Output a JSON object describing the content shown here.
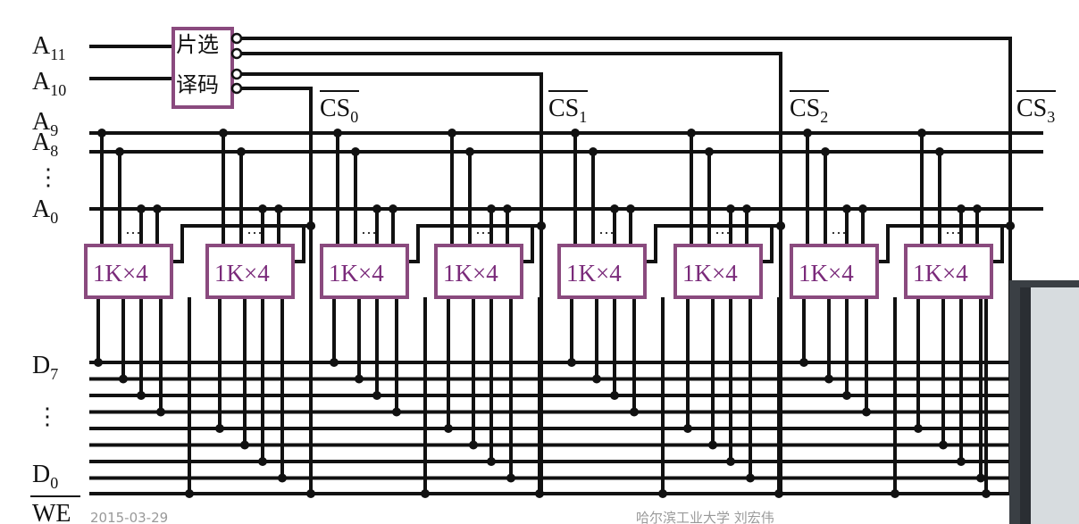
{
  "addr_labels": {
    "a11": "A",
    "a11_sub": "11",
    "a10": "A",
    "a10_sub": "10",
    "a9": "A",
    "a9_sub": "9",
    "a8": "A",
    "a8_sub": "8",
    "a0": "A",
    "a0_sub": "0",
    "vdots": "⋮"
  },
  "decoder": {
    "line1": "片选",
    "line2": "译码"
  },
  "cs_labels": [
    {
      "text": "CS",
      "sub": "0"
    },
    {
      "text": "CS",
      "sub": "1"
    },
    {
      "text": "CS",
      "sub": "2"
    },
    {
      "text": "CS",
      "sub": "3"
    }
  ],
  "chips": [
    "1K×4",
    "1K×4",
    "1K×4",
    "1K×4",
    "1K×4",
    "1K×4",
    "1K×4",
    "1K×4"
  ],
  "chip_dots": "···",
  "data_labels": {
    "d7": "D",
    "d7_sub": "7",
    "d0": "D",
    "d0_sub": "0",
    "vdots": "⋮",
    "we": "WE"
  },
  "footer": {
    "date": "2015-03-29",
    "author": "哈尔滨工业大学 刘宏伟"
  },
  "colors": {
    "chip_border": "#8a4a7e",
    "chip_text": "#7a2a7a",
    "line": "#111111"
  }
}
